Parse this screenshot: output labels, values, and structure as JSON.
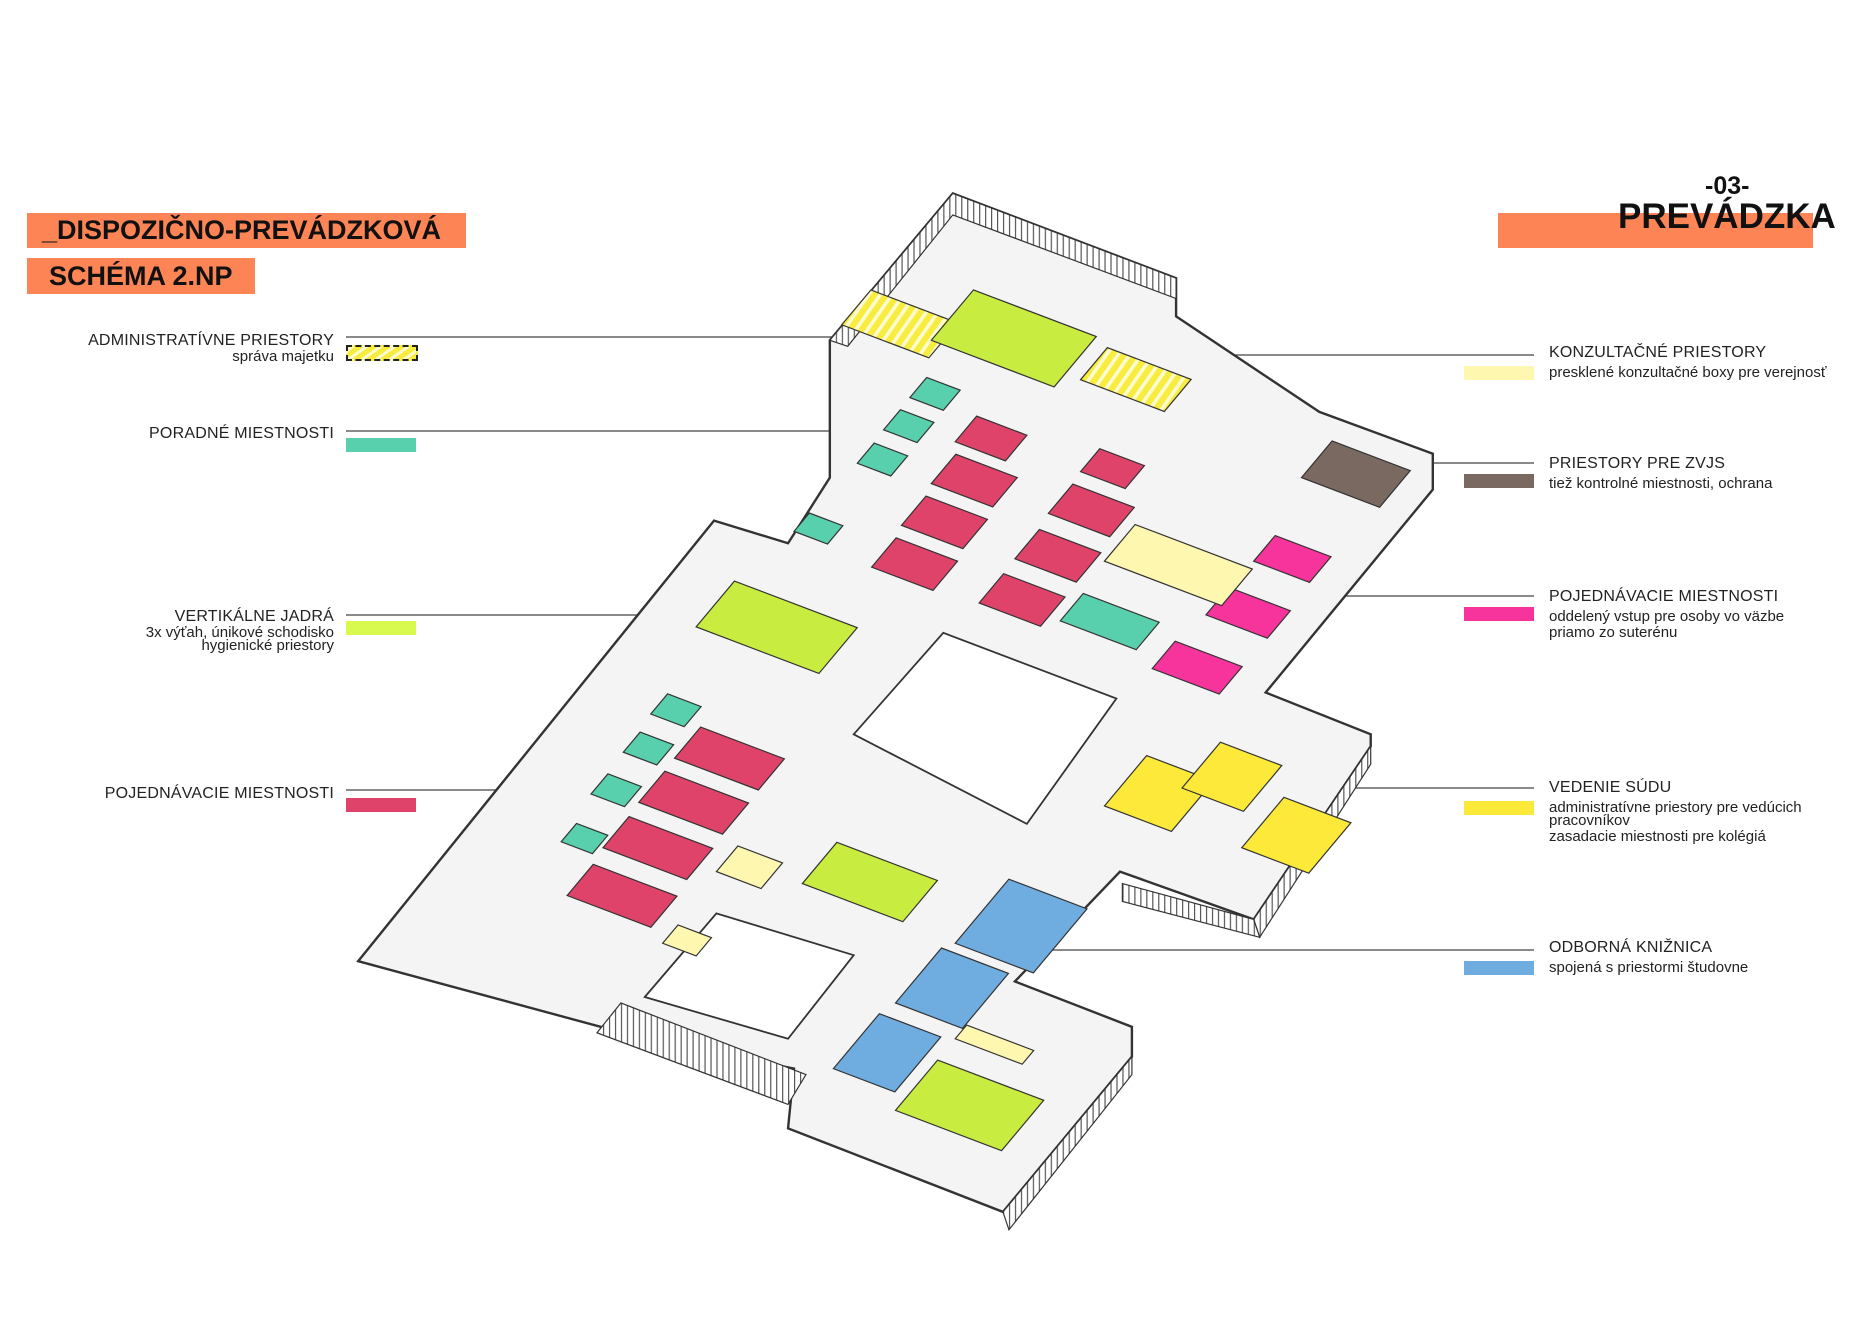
{
  "header": {
    "title_line1": "_DISPOZIČNO-PREVÁDZKOVÁ",
    "title_line2": "SCHÉMA 2.NP",
    "section_number": "-03-",
    "section_title": "PREVÁDZKA"
  },
  "legend_left": [
    {
      "title": "ADMINISTRATÍVNE PRIESTORY",
      "sub": [
        "správa majetku"
      ],
      "color": "#f6ec5a",
      "pattern": "hatched-dashed"
    },
    {
      "title": "PORADNÉ MIESTNOSTI",
      "sub": [],
      "color": "#58cfad"
    },
    {
      "title": "VERTIKÁLNE JADRÁ",
      "sub": [
        "3x výťah, únikové schodisko",
        "hygienické priestory"
      ],
      "color": "#d8f94e"
    },
    {
      "title": "POJEDNÁVACIE MIESTNOSTI",
      "sub": [],
      "color": "#e0436a"
    }
  ],
  "legend_right": [
    {
      "title": "KONZULTAČNÉ PRIESTORY",
      "sub": [
        "presklené konzultačné boxy pre verejnosť"
      ],
      "color": "#fdf7b0"
    },
    {
      "title": "PRIESTORY PRE ZVJS",
      "sub": [
        "tiež kontrolné miestnosti, ochrana"
      ],
      "color": "#7a6961"
    },
    {
      "title": "POJEDNÁVACIE MIESTNOSTI",
      "sub": [
        "oddelený vstup pre osoby vo väzbe",
        "priamo zo suterénu"
      ],
      "color": "#f7339c"
    },
    {
      "title": "VEDENIE SÚDU",
      "sub": [
        "administratívne priestory pre vedúcich",
        "pracovníkov",
        "zasadacie miestnosti pre kolégiá"
      ],
      "color": "#fde93a"
    },
    {
      "title": "ODBORNÁ KNIŽNICA",
      "sub": [
        "spojená s priestormi študovne"
      ],
      "color": "#6fade0"
    }
  ],
  "colors": {
    "accent": "#fd8455",
    "lime": "#c6e83a"
  }
}
